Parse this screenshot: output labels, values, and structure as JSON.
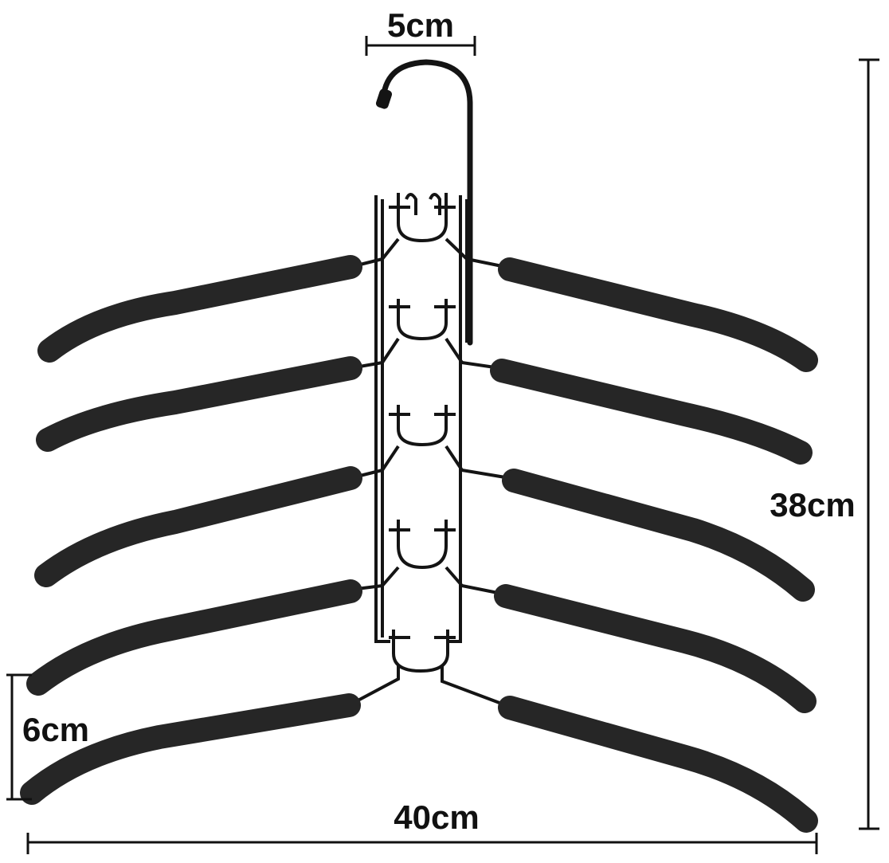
{
  "product": {
    "description_icon": "five-tier-foam-padded-hanger",
    "arm_count": 5,
    "colors": {
      "foam": "#262626",
      "wire": "#141414",
      "background": "#ffffff",
      "dimension_line": "#111111"
    }
  },
  "dimensions": {
    "hook_width": "5cm",
    "total_height": "38cm",
    "tier_spacing": "6cm",
    "total_width": "40cm"
  }
}
